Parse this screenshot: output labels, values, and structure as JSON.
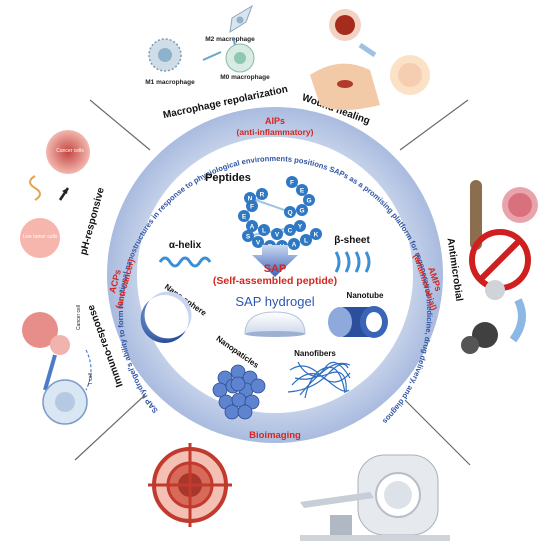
{
  "center": {
    "sap_label": "SAP",
    "sap_full": "(Self-assembled peptide)",
    "hydrogel_label": "SAP hydrogel",
    "peptides_label": "Peptides",
    "alpha_helix": "α-helix",
    "beta_sheet": "β-sheet",
    "nanosphere": "Nano-sphere",
    "nanotube": "Nanotube",
    "nanoparticles": "Nanopaticles",
    "nanofibers": "Nanofibers",
    "peptide_residues": [
      "F",
      "E",
      "G",
      "G",
      "Q",
      "N",
      "R",
      "F",
      "E",
      "A",
      "L",
      "V",
      "C",
      "Y",
      "S",
      "V",
      "E",
      "V",
      "A",
      "L",
      "K"
    ]
  },
  "ring_text": "SAP hydrogel's ability to form functional nanostructures in response to physiological environments positions SAPs as a promising platform for regenerative medicine, drug delivery, and diagnostic imaging",
  "ring_labels": {
    "aips": "AIPs",
    "aips_sub": "(anti-inflammatory)",
    "amps": "AMPs",
    "amps_sub": "(antimicrobial)",
    "acps": "ACPs",
    "acps_sub": "(anti-cancer)",
    "bioimaging": "Bioimaging"
  },
  "outer_labels": {
    "macrophage": "Macrophage repolarization",
    "wound": "Wound healing",
    "antimicrobial": "Antimicrobial",
    "ph": "pH-responsive",
    "immuno": "Immuno-response",
    "m2": "M2 macrophage",
    "m1": "M1 macrophage",
    "m0": "M0 macrophage",
    "cancer_cells": "Cancer cells",
    "live_cells": "Live tumor cells",
    "t_cell": "T cell",
    "cancer_cell_small": "Cancer cell",
    "cell_small": "(cell)"
  },
  "colors": {
    "ring": "#b7c6e3",
    "inner": "#ffffff",
    "red_label": "#d7261e",
    "blue_text": "#2f55a4",
    "hydrogel_blue": "#2a56b5",
    "peptide": "#2f78c4"
  }
}
